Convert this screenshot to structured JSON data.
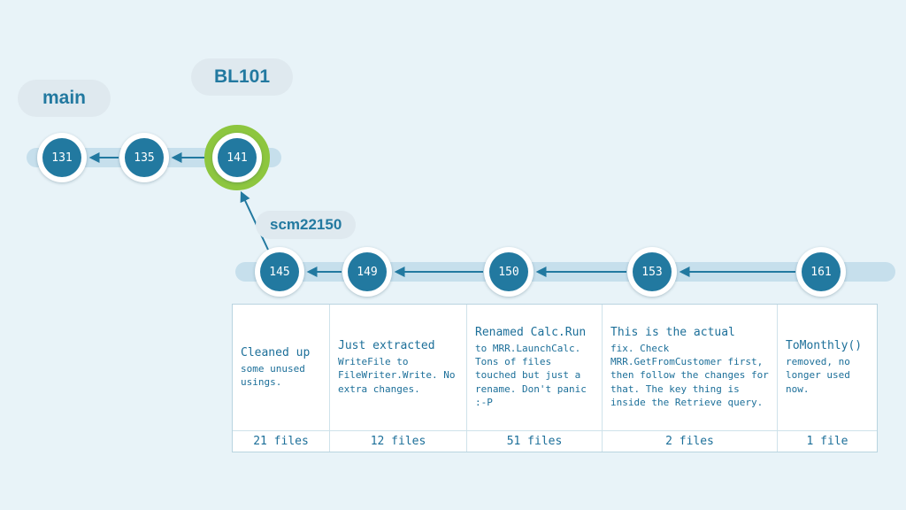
{
  "colors": {
    "background": "#e8f3f8",
    "node_fill": "#2279a0",
    "track": "#c6dfec",
    "highlight_ring": "#8dc63f",
    "label_text": "#2279a0",
    "label_background": "#dfe9ef",
    "table_text": "#1c6f99"
  },
  "labels": {
    "main_branch": "main",
    "highlight_tag": "BL101",
    "feature_branch": "scm22150"
  },
  "main_branch": {
    "commits": [
      {
        "id": "131"
      },
      {
        "id": "135"
      },
      {
        "id": "141"
      }
    ]
  },
  "feature_branch": {
    "commits": [
      {
        "id": "145",
        "title": "Cleaned up",
        "body": "some unused usings.",
        "files": "21 files"
      },
      {
        "id": "149",
        "title": "Just extracted",
        "body": "WriteFile to FileWriter.Write. No extra changes.",
        "files": "12 files"
      },
      {
        "id": "150",
        "title": "Renamed Calc.Run",
        "body": "to MRR.LaunchCalc. Tons of files touched but just a rename. Don't panic :-P",
        "files": "51 files"
      },
      {
        "id": "153",
        "title": "This is the actual",
        "body": "fix. Check MRR.GetFromCustomer first, then follow the changes for that. The key thing is inside the Retrieve query.",
        "files": "2 files"
      },
      {
        "id": "161",
        "title": "ToMonthly()",
        "body": "removed, no longer used now.",
        "files": "1 file"
      }
    ]
  }
}
